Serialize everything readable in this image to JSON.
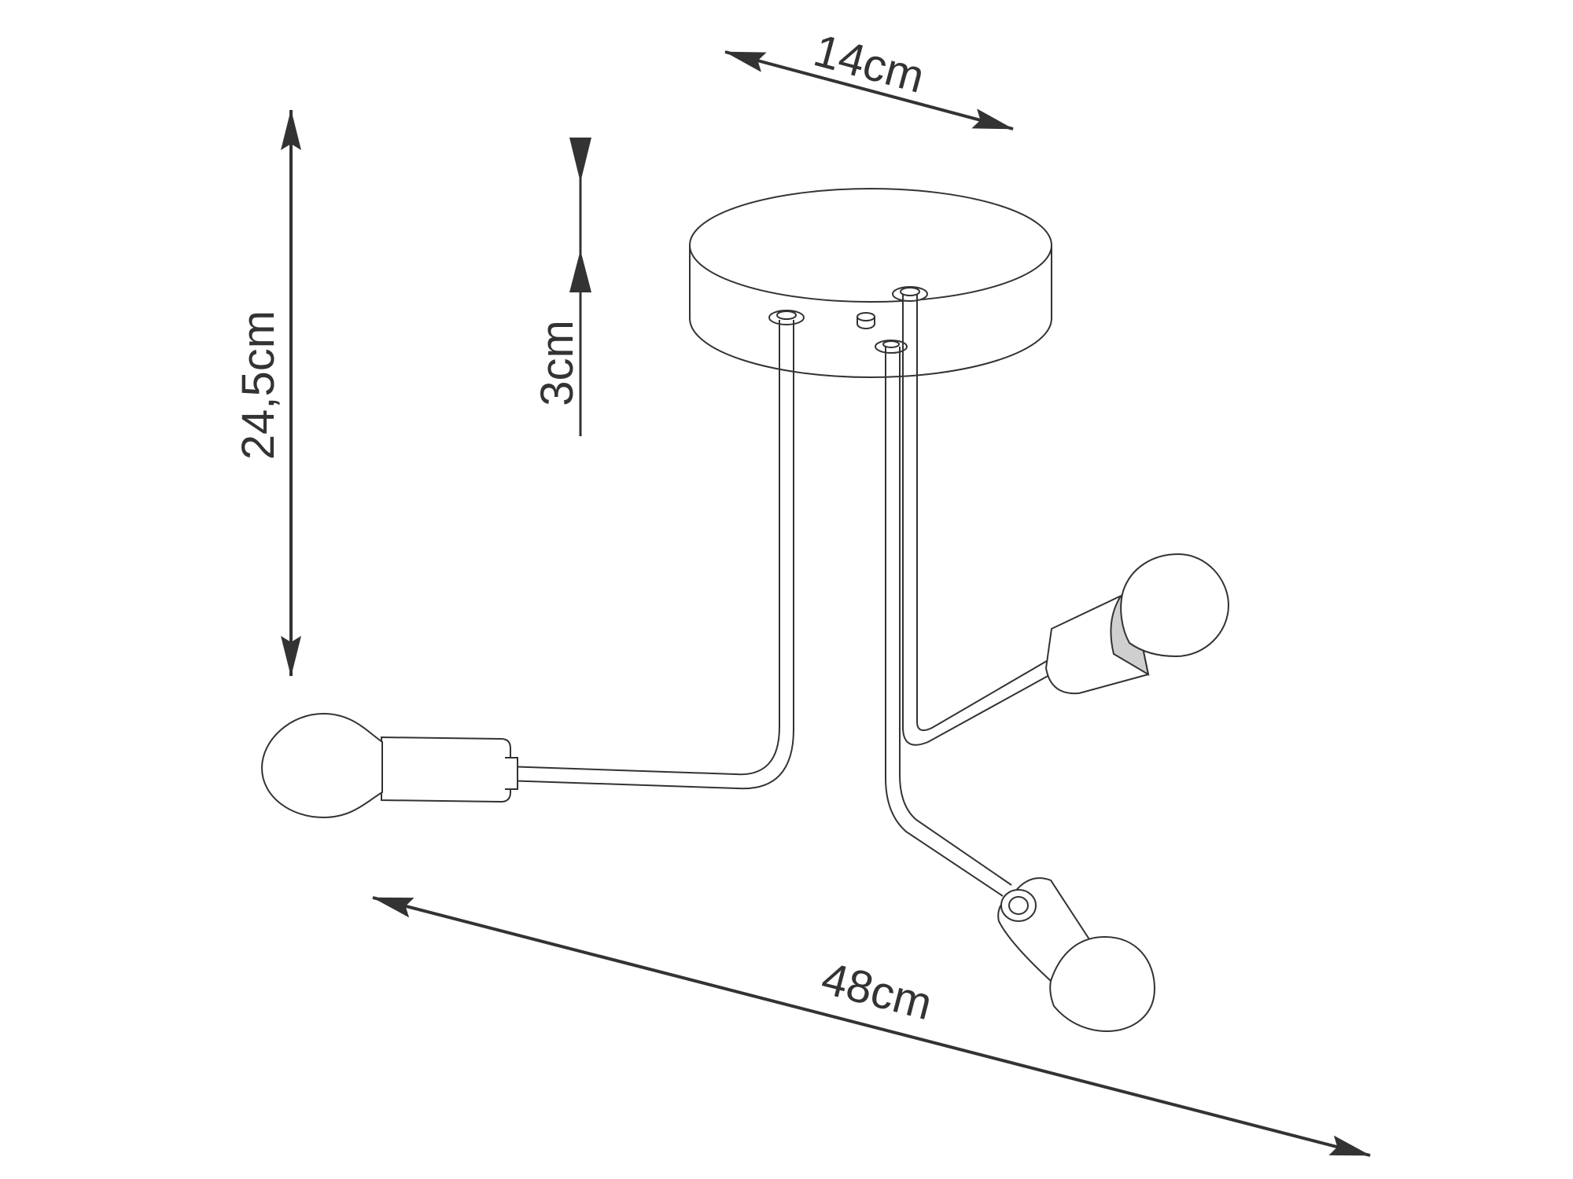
{
  "dimensions": {
    "width_label": "14cm",
    "height_label": "24,5cm",
    "canopy_height_label": "3cm",
    "span_label": "48cm"
  },
  "colors": {
    "ink": "#333333",
    "background": "#ffffff"
  }
}
